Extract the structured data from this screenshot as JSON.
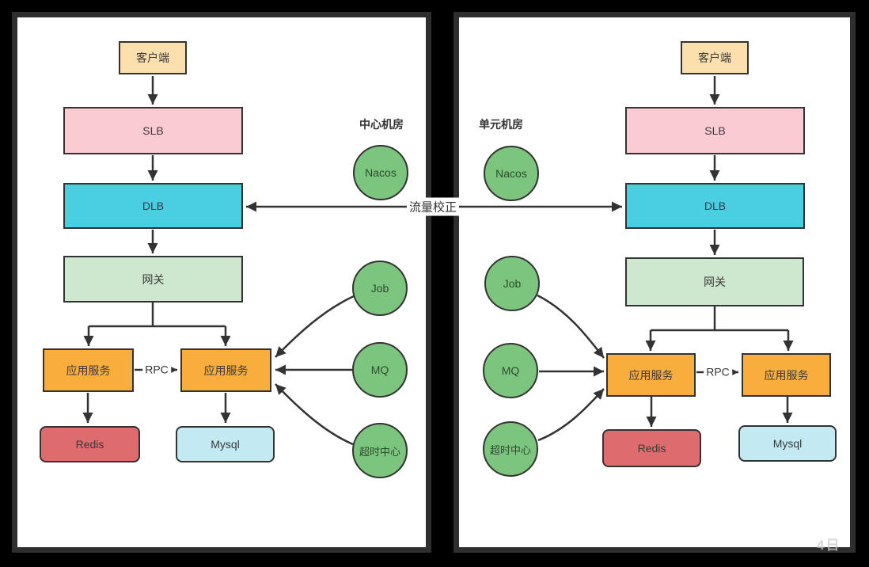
{
  "panels": [
    {
      "id": "center",
      "title": "中心机房",
      "nodes": {
        "client": "客户端",
        "slb": "SLB",
        "dlb": "DLB",
        "gateway": "网关",
        "app_left": "应用服务",
        "app_right": "应用服务",
        "redis": "Redis",
        "mysql": "Mysql"
      },
      "circles": {
        "nacos": "Nacos",
        "job": "Job",
        "mq": "MQ",
        "timeout_center": "超时中心"
      },
      "edge_labels": {
        "rpc": "RPC"
      }
    },
    {
      "id": "unit",
      "title": "单元机房",
      "nodes": {
        "client": "客户端",
        "slb": "SLB",
        "dlb": "DLB",
        "gateway": "网关",
        "app_left": "应用服务",
        "app_right": "应用服务",
        "redis": "Redis",
        "mysql": "Mysql"
      },
      "circles": {
        "nacos": "Nacos",
        "job": "Job",
        "mq": "MQ",
        "timeout_center": "超时中心"
      },
      "edge_labels": {
        "rpc": "RPC"
      }
    }
  ],
  "cross_link_label": "流量校正",
  "watermark": "4日",
  "colors": {
    "background": "#000000",
    "panel_border": "#2e2e2e",
    "node_border": "#333333",
    "line": "#333333",
    "client_fill": "#FBDFAC",
    "slb_fill": "#FBCBD4",
    "dlb_fill": "#4ACEE2",
    "gateway_fill": "#CDE8CE",
    "app_fill": "#F8AD3C",
    "redis_fill": "#DE6B6E",
    "mysql_fill": "#C3EAF3",
    "circle_fill": "#7CC57F"
  }
}
